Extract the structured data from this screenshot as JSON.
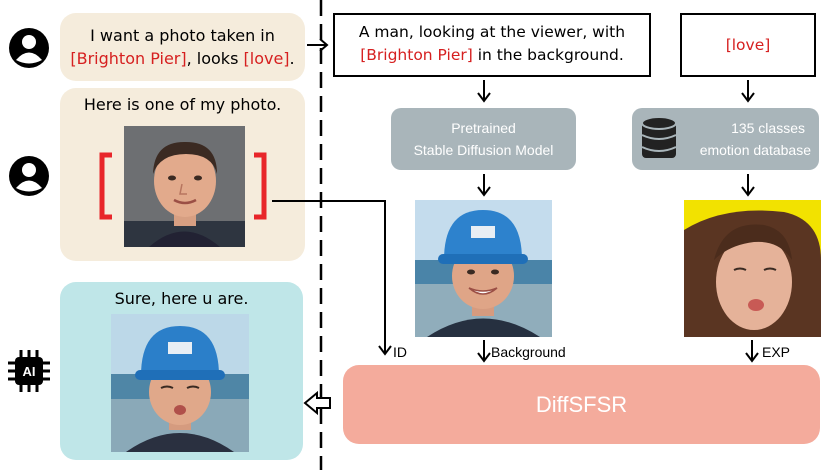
{
  "chat": {
    "msg1_part1": "I want a photo taken in",
    "msg1_place": "[Brighton Pier]",
    "msg1_mid": ", looks ",
    "msg1_emotion": "[love]",
    "msg1_end": ".",
    "msg2": "Here is one of my photo.",
    "reply": "Sure, here u are."
  },
  "pipeline": {
    "prompt_part1": "A man, looking at the viewer, with",
    "prompt_place": "[Brighton Pier]",
    "prompt_end": " in the background.",
    "emotion_tag": "[love]",
    "model_line1": "Pretrained",
    "model_line2": "Stable Diffusion Model",
    "db_line1": "135 classes",
    "db_line2": "emotion database",
    "label_id": "ID",
    "label_background": "Background",
    "label_exp": "EXP",
    "main_module": "DiffSFSR"
  },
  "icons": {
    "user": "user-icon",
    "ai": "ai-chip-icon",
    "database": "database-icon"
  },
  "colors": {
    "highlight_red": "#d62020",
    "module_fill": "#f4ab9c",
    "gray_box": "#a9b5ba",
    "beige": "#f5ecdc",
    "cyan": "#bfe6e8"
  }
}
